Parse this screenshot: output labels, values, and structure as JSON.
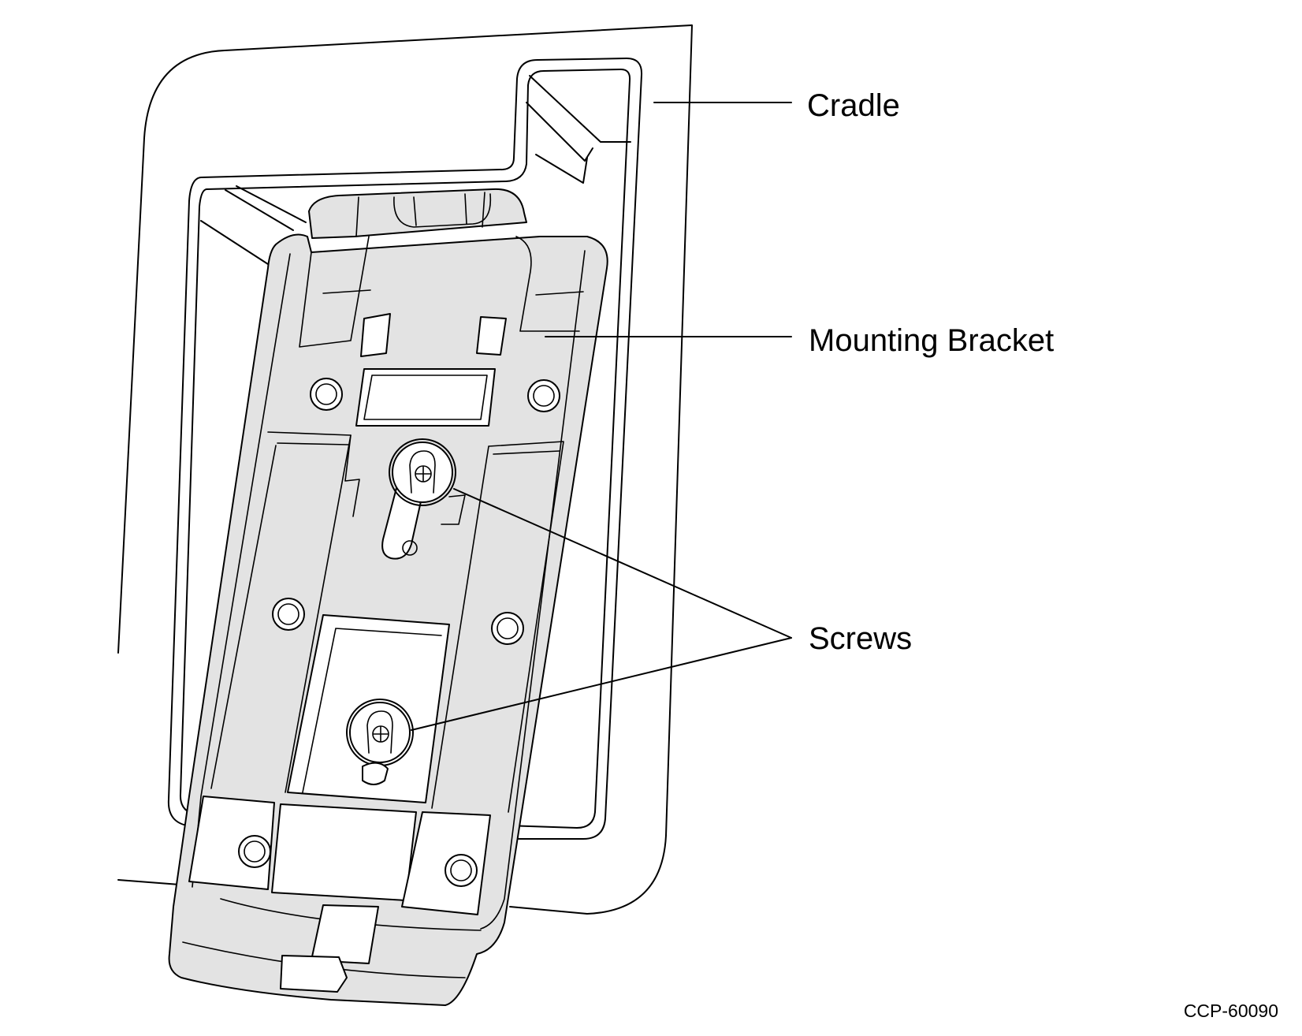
{
  "labels": {
    "cradle": "Cradle",
    "mounting_bracket": "Mounting Bracket",
    "screws": "Screws"
  },
  "figure_code": "CCP-60090"
}
